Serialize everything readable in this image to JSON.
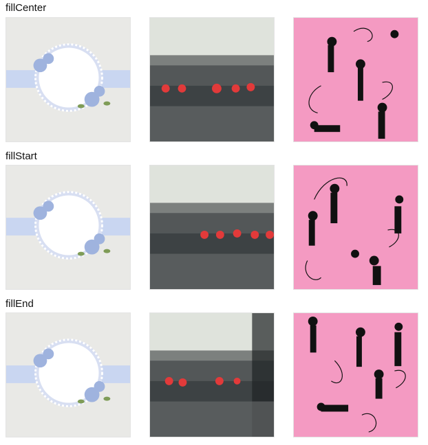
{
  "rows": [
    {
      "label": "fillCenter",
      "images": [
        "floral-frame-image",
        "rainy-window-image",
        "cats-pattern-image"
      ]
    },
    {
      "label": "fillStart",
      "images": [
        "floral-frame-image",
        "rainy-window-image",
        "cats-pattern-image"
      ]
    },
    {
      "label": "fillEnd",
      "images": [
        "floral-frame-image",
        "rainy-window-image",
        "cats-pattern-image"
      ]
    }
  ],
  "colors": {
    "frame_bg": "#e9e9e6",
    "ribbon": "#c9d6f1",
    "roses": "#9fb3de",
    "leaves": "#7f9c57",
    "rain_sky": "#dfe3dc",
    "rain_lights": "#e23a3a",
    "cats_bg": "#f49ac2",
    "cat": "#111111"
  }
}
